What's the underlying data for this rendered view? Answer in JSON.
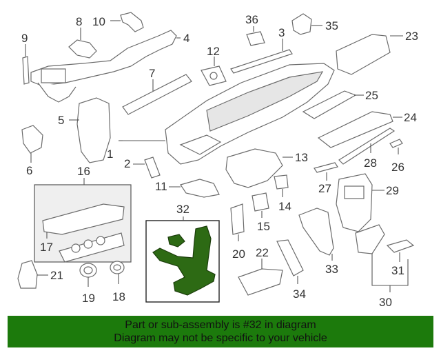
{
  "callouts": {
    "c1": "1",
    "c2": "2",
    "c3": "3",
    "c4": "4",
    "c5": "5",
    "c6": "6",
    "c7": "7",
    "c8": "8",
    "c9": "9",
    "c10": "10",
    "c11": "11",
    "c12": "12",
    "c13": "13",
    "c14": "14",
    "c15": "15",
    "c16": "16",
    "c17": "17",
    "c18": "18",
    "c19": "19",
    "c20": "20",
    "c21": "21",
    "c22": "22",
    "c23": "23",
    "c24": "24",
    "c25": "25",
    "c26": "26",
    "c27": "27",
    "c28": "28",
    "c29": "29",
    "c30": "30",
    "c31": "31",
    "c32": "32",
    "c33": "33",
    "c34": "34",
    "c35": "35",
    "c36": "36"
  },
  "highlighted_part": "32",
  "colors": {
    "highlight": "#2d6a14",
    "banner": "#1c7a0c",
    "line": "#6b6b6b"
  },
  "banner": {
    "line1": "Part or sub-assembly is #32 in diagram",
    "line2": "Diagram may not be specific to your vehicle"
  }
}
